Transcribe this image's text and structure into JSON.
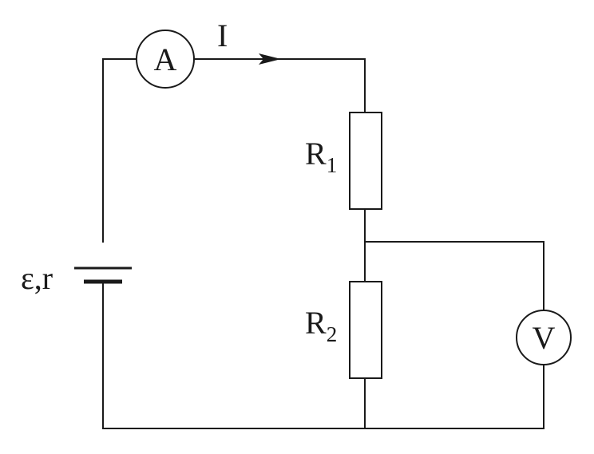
{
  "circuit": {
    "battery": {
      "label": "ε,r"
    },
    "ammeter": {
      "label": "A"
    },
    "voltmeter": {
      "label": "V"
    },
    "current": {
      "label": "I"
    },
    "resistor_1": {
      "letter": "R",
      "subscript": "1"
    },
    "resistor_2": {
      "letter": "R",
      "subscript": "2"
    }
  },
  "colors": {
    "stroke": "#1a1a1a",
    "background": "#ffffff"
  }
}
